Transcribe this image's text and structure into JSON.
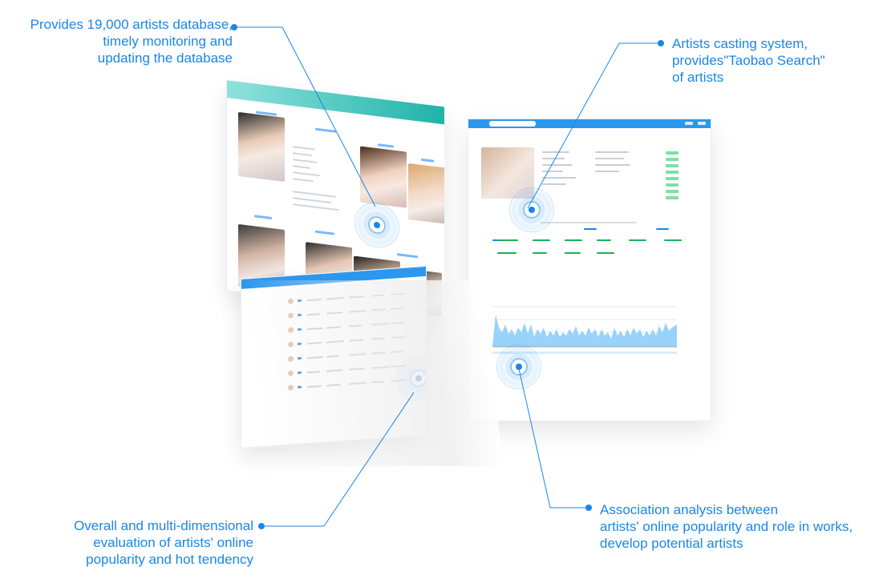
{
  "callouts": {
    "top_left": [
      "Provides 19,000 artists database,",
      "timely monitoring and",
      "updating the database"
    ],
    "top_right": [
      "Artists casting system,",
      "provides\"Taobao Search\"",
      "of artists"
    ],
    "bottom_left": [
      "Overall and multi-dimensional",
      "evaluation of artists' online",
      "popularity and hot tendency"
    ],
    "bottom_right": [
      "Association analysis between",
      "artists' online popularity and role in works,",
      "develop potential artists"
    ]
  },
  "colors": {
    "accent": "#1a86e8",
    "header_blue": "#2b97ee",
    "teal": "#1fb3a8",
    "green": "#7fe0a5"
  },
  "icons": {
    "target": "target-icon",
    "endpoint": "endpoint-dot-icon"
  }
}
